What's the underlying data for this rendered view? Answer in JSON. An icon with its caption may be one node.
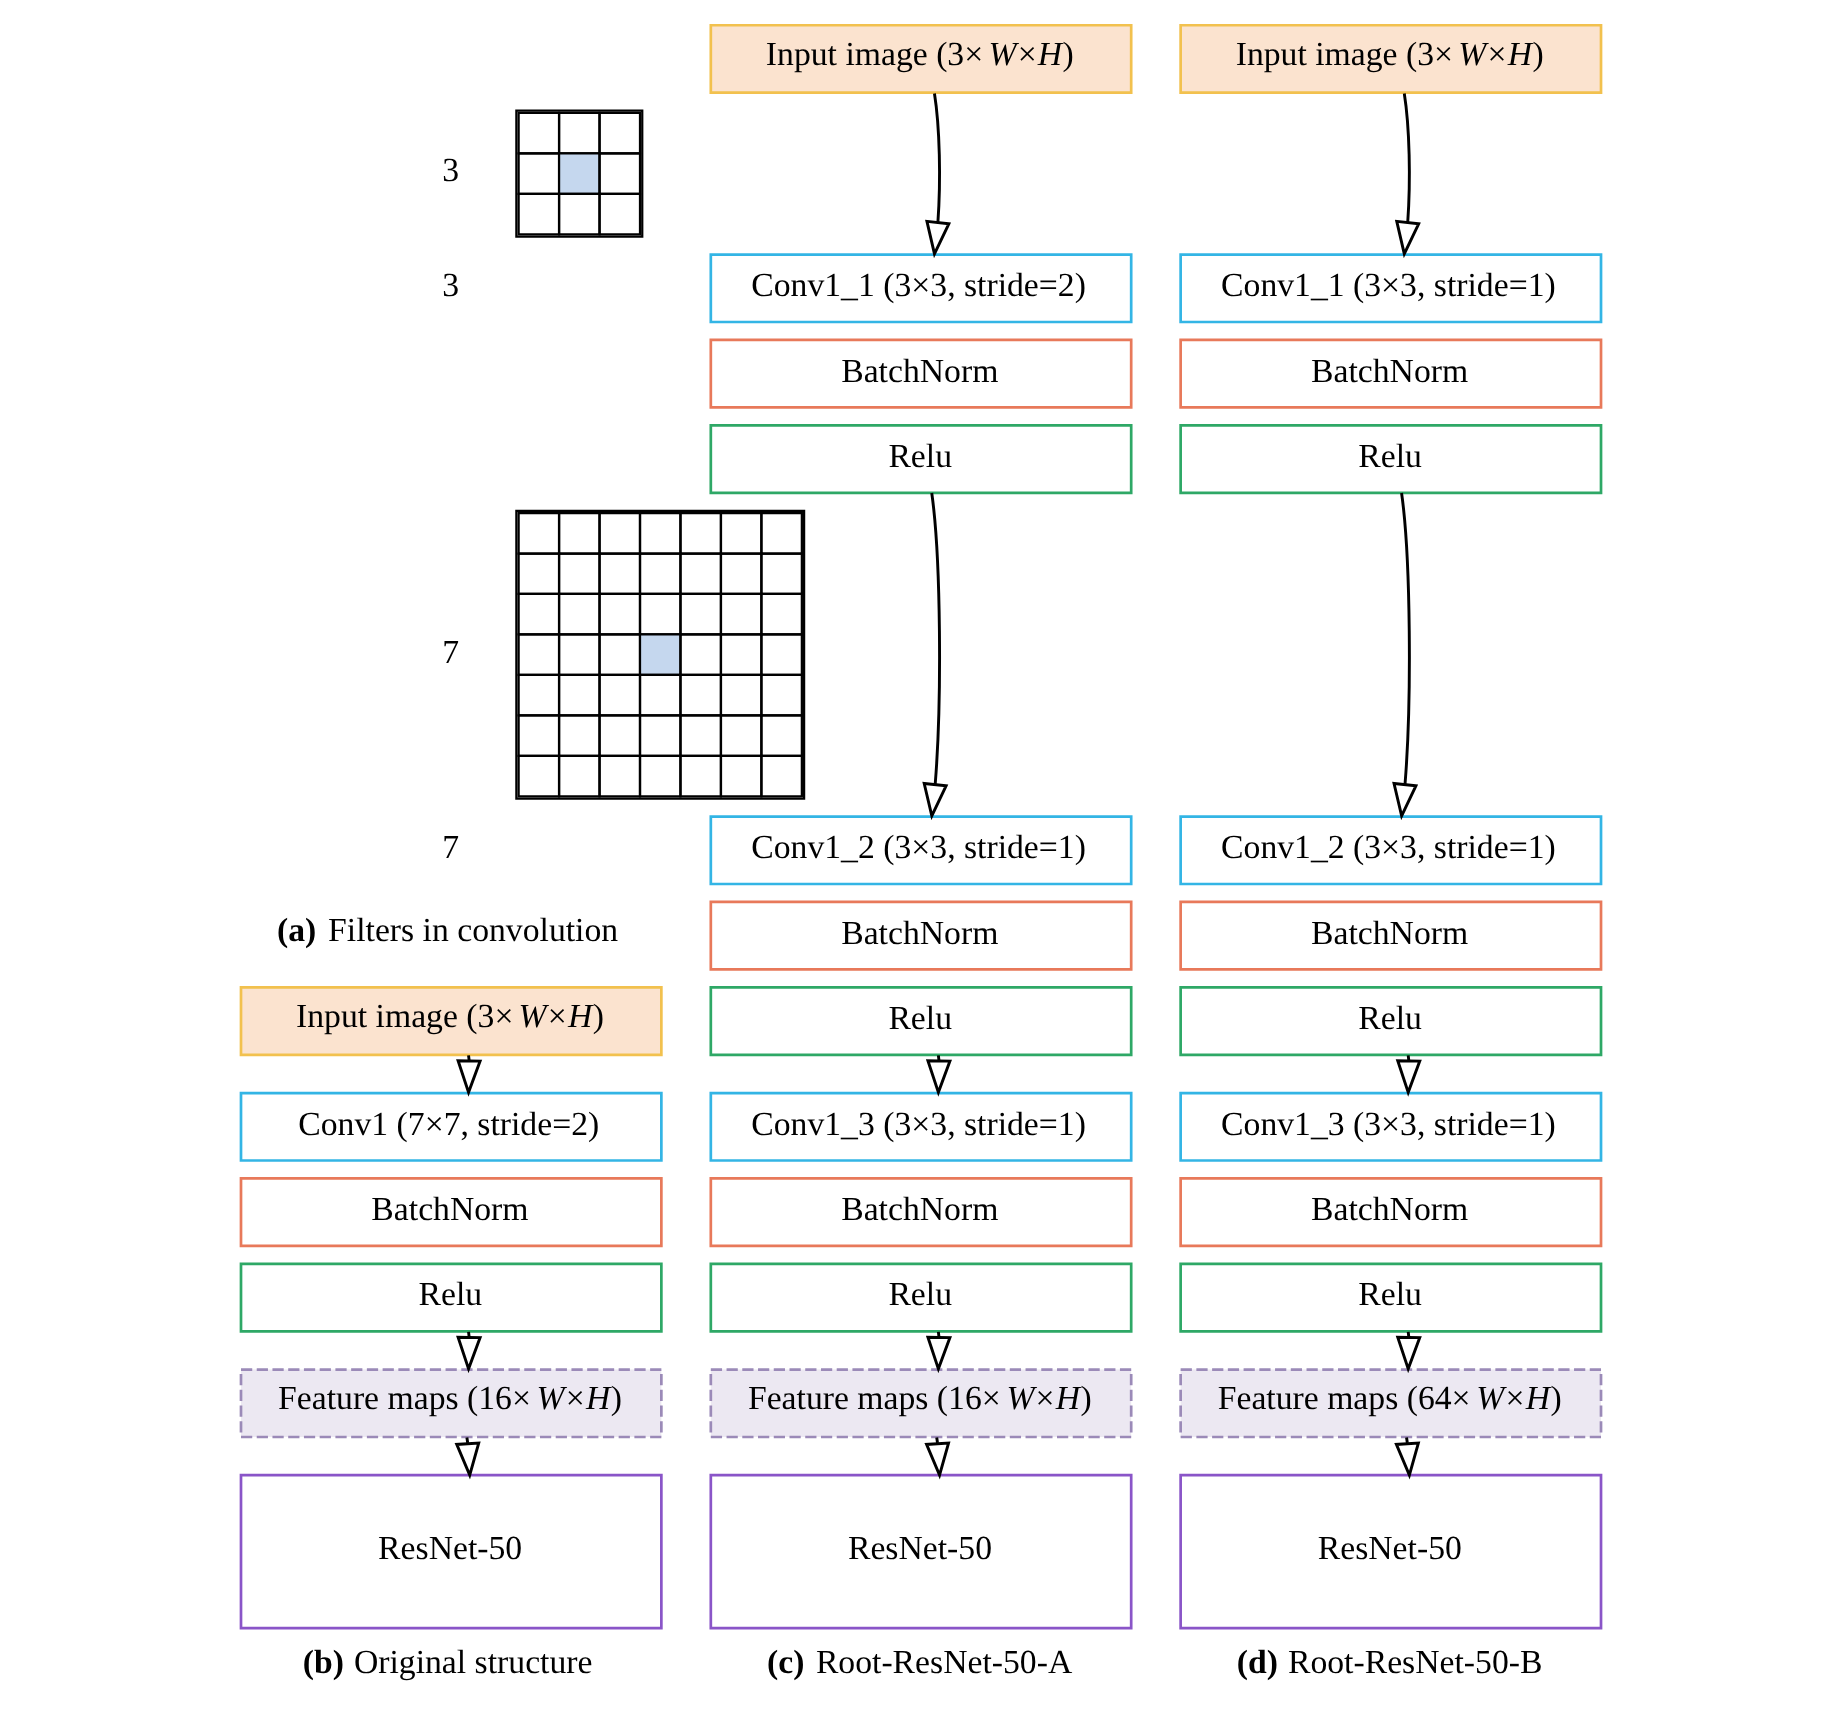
{
  "diagram": {
    "nodes": [
      {
        "text": [],
        "shape": "grid"
      },
      {
        "text": [],
        "shape": "grid"
      },
      {
        "text": [
          "Input image (3×*W*×*H*)"
        ]
      },
      {
        "text": [
          "Conv1 (7×7, stride=2)"
        ]
      },
      {
        "text": [
          "BatchNorm"
        ]
      },
      {
        "text": [
          "Relu"
        ]
      },
      {
        "text": [
          "Feature maps (16×*W*×*H*)"
        ]
      },
      {
        "text": [
          "ResNet-50"
        ]
      },
      {
        "text": [
          "Input image (3×*W*×*H*)"
        ]
      },
      {
        "text": [
          "Conv1_1 (3×3, stride=2)"
        ]
      },
      {
        "text": [
          "BatchNorm"
        ]
      },
      {
        "text": [
          "Relu"
        ]
      },
      {
        "text": [
          "Conv1_2 (3×3, stride=1)"
        ]
      },
      {
        "text": [
          "BatchNorm"
        ]
      },
      {
        "text": [
          "Relu"
        ]
      },
      {
        "text": [
          "Conv1_3 (3×3, stride=1)"
        ]
      },
      {
        "text": [
          "BatchNorm"
        ]
      },
      {
        "text": [
          "Relu"
        ]
      },
      {
        "text": [
          "Feature maps (16×*W*×*H*)"
        ]
      },
      {
        "text": [
          "ResNet-50"
        ]
      },
      {
        "text": [
          "Input image (3×*W*×*H*)"
        ]
      },
      {
        "text": [
          "Conv1_1 (3×3, stride=1)"
        ]
      },
      {
        "text": [
          "BatchNorm"
        ]
      },
      {
        "text": [
          "Relu"
        ]
      },
      {
        "text": [
          "Conv1_2 (3×3, stride=1)"
        ]
      },
      {
        "text": [
          "BatchNorm"
        ]
      },
      {
        "text": [
          "Relu"
        ]
      },
      {
        "text": [
          "Conv1_3 (3×3, stride=1)"
        ]
      },
      {
        "text": [
          "BatchNorm"
        ]
      },
      {
        "text": [
          "Relu"
        ]
      },
      {
        "text": [
          "Feature maps (64×*W*×*H*)"
        ]
      },
      {
        "text": [
          "ResNet-50"
        ]
      }
    ],
    "edges": [
      {
        "from": 2,
        "to": 3,
        "arrow": "to"
      },
      {
        "from": 5,
        "to": 6,
        "arrow": "to"
      },
      {
        "from": 6,
        "to": 7,
        "arrow": "to"
      },
      {
        "from": 8,
        "to": 9,
        "arrow": "to"
      },
      {
        "from": 11,
        "to": 12,
        "arrow": "to"
      },
      {
        "from": 14,
        "to": 15,
        "arrow": "to"
      },
      {
        "from": 17,
        "to": 18,
        "arrow": "to"
      },
      {
        "from": 18,
        "to": 19,
        "arrow": "to"
      },
      {
        "from": 20,
        "to": 21,
        "arrow": "to"
      },
      {
        "from": 23,
        "to": 24,
        "arrow": "to"
      },
      {
        "from": 26,
        "to": 27,
        "arrow": "to"
      },
      {
        "from": 29,
        "to": 30,
        "arrow": "to"
      },
      {
        "from": 30,
        "to": 31,
        "arrow": "to"
      }
    ],
    "labels": [
      "3",
      "3",
      "7",
      "7",
      "**(a)** Filters in convolution",
      "**(b)** Original structure",
      "**(c)** Root-ResNet-50-A",
      "**(d)** Root-ResNet-50-B"
    ]
  }
}
